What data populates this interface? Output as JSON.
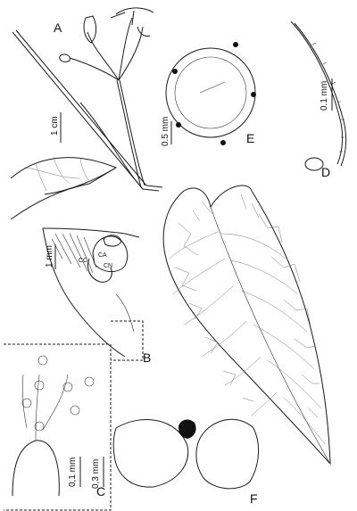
{
  "panels": {
    "A": "A",
    "B": "B",
    "C": "C",
    "D": "D",
    "E": "E",
    "F": "F"
  },
  "scale_bars": {
    "A": "1 cm",
    "B": "1 mm",
    "C": "0,1 mm",
    "D": "0.1 mm",
    "E": "0.5 mm",
    "F": "0,3 mm"
  },
  "structure_labels": {
    "ca": "CA",
    "cn": "CN",
    "cc": "CC"
  }
}
